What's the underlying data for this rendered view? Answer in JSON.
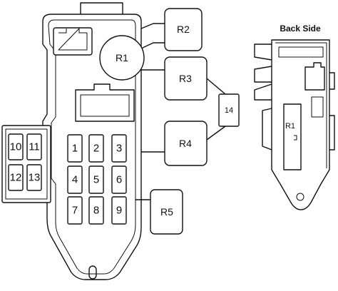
{
  "main_box": {
    "fuses": [
      "1",
      "2",
      "3",
      "4",
      "5",
      "6",
      "7",
      "8",
      "9"
    ],
    "side_fuses": [
      "10",
      "11",
      "12",
      "13"
    ],
    "relays": {
      "r1": "R1",
      "r2": "R2",
      "r3": "R3",
      "r4": "R4",
      "r5": "R5"
    },
    "fuse_14": "14"
  },
  "back_side": {
    "title": "Back Side",
    "relay": "R1"
  }
}
